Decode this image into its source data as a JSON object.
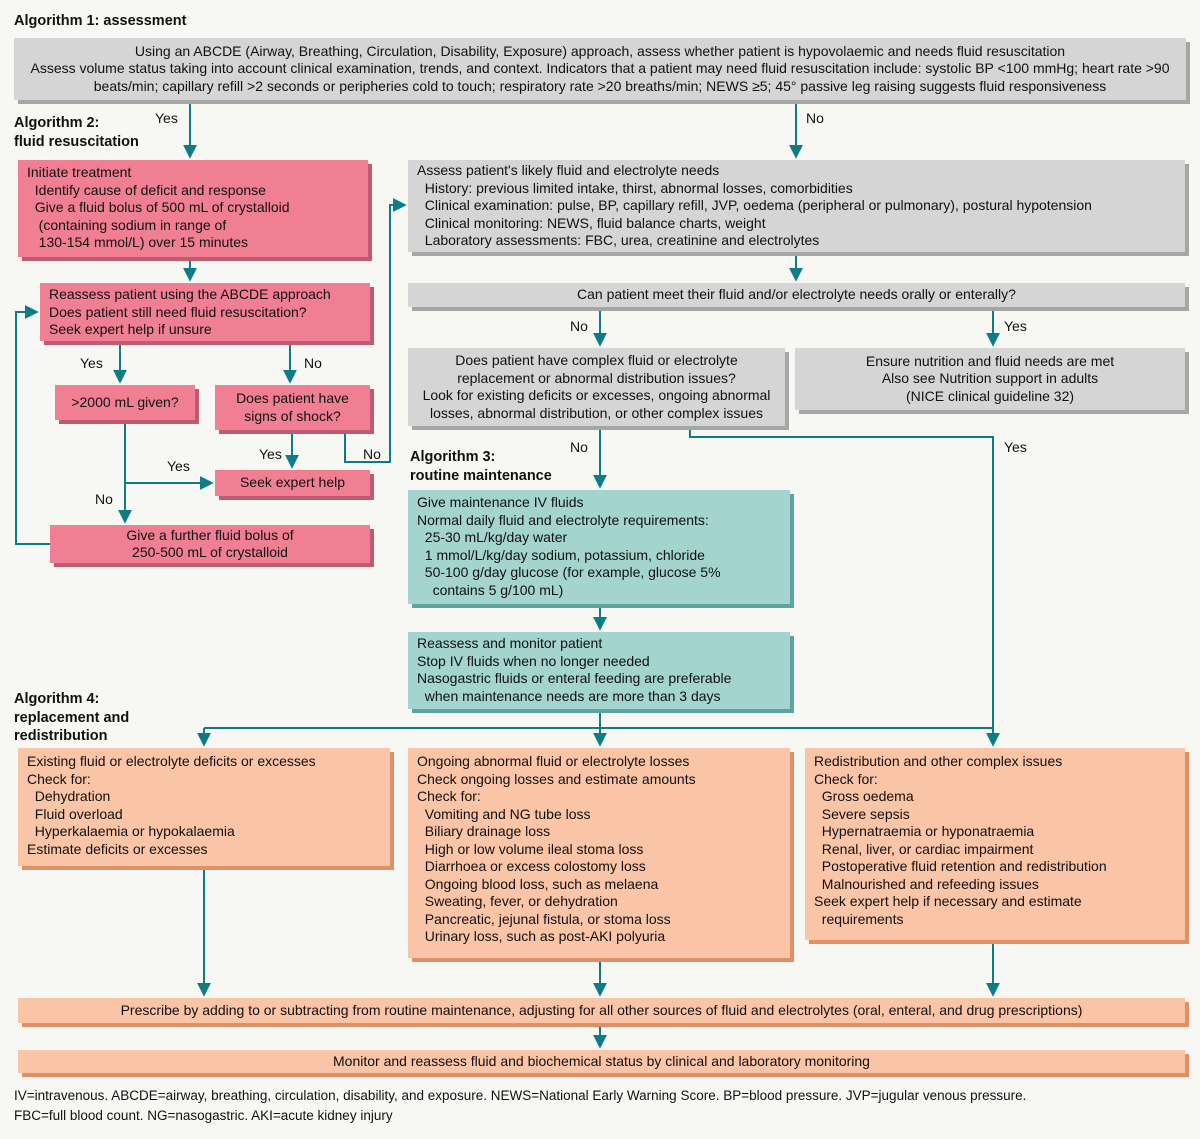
{
  "palette": {
    "line": "#0d7c84",
    "gray_fill": "#d5d5d5",
    "gray_shadow": "#a6a6a6",
    "pink_fill": "#f17f93",
    "pink_shadow": "#bd5c70",
    "teal_fill": "#a3d5ce",
    "teal_shadow": "#5fa49c",
    "orange_fill": "#fac4a6",
    "orange_shadow": "#e09068",
    "background": "#f7f7f4"
  },
  "labels": {
    "yes": "Yes",
    "no": "No"
  },
  "headings": {
    "algo1": "Algorithm 1: assessment",
    "algo2": "Algorithm 2:\nfluid resuscitation",
    "algo3": "Algorithm 3:\nroutine maintenance",
    "algo4": "Algorithm 4:\nreplacement and\nredistribution"
  },
  "boxes": {
    "assess": "Using an ABCDE (Airway, Breathing, Circulation, Disability, Exposure) approach, assess whether patient is hypovolaemic and needs fluid resuscitation\nAssess volume status taking into account clinical examination, trends, and context. Indicators that a patient may need fluid resuscitation include: systolic BP <100 mmHg; heart rate >90 beats/min; capillary refill >2 seconds or peripheries cold to touch; respiratory rate >20 breaths/min; NEWS ≥5; 45° passive leg raising suggests fluid responsiveness",
    "initiate": "Initiate treatment\n  Identify cause of deficit and response\n  Give a fluid bolus of 500 mL of crystalloid\n   (containing sodium in range of\n   130-154 mmol/L) over 15 minutes",
    "reassess": "Reassess patient using the ABCDE approach\nDoes patient still need fluid resuscitation?\nSeek expert help if unsure",
    "given2000": ">2000 mL given?",
    "shock": "Does patient have\nsigns of shock?",
    "seekhelp": "Seek expert help",
    "furtherbolus": "Give a further fluid bolus of\n250-500 mL of crystalloid",
    "needs": "Assess patient's likely fluid and electrolyte needs\n  History: previous limited intake, thirst, abnormal losses, comorbidities\n  Clinical examination: pulse, BP, capillary refill, JVP, oedema (peripheral or pulmonary), postural hypotension\n  Clinical monitoring: NEWS, fluid balance charts, weight\n  Laboratory assessments: FBC, urea, creatinine and electrolytes",
    "oral": "Can patient meet their fluid and/or electrolyte needs orally or enterally?",
    "complex": "Does patient have complex fluid or electrolyte\nreplacement or abnormal distribution issues?\nLook for existing deficits or excesses, ongoing abnormal\nlosses, abnormal distribution, or other complex issues",
    "nutrition": "Ensure nutrition and fluid needs are met\nAlso see Nutrition support in adults\n(NICE clinical guideline 32)",
    "maintenance": "Give maintenance IV fluids\nNormal daily fluid and electrolyte requirements:\n  25-30 mL/kg/day water\n  1 mmol/L/kg/day sodium, potassium, chloride\n  50-100 g/day glucose (for example, glucose 5%\n    contains 5 g/100 mL)",
    "monitor": "Reassess and monitor patient\nStop IV fluids when no longer needed\nNasogastric fluids or enteral feeding are preferable\n  when maintenance needs are more than 3 days",
    "existing": "Existing fluid or electrolyte deficits or excesses\nCheck for:\n  Dehydration\n  Fluid overload\n  Hyperkalaemia or hypokalaemia\nEstimate deficits or excesses",
    "ongoing": "Ongoing abnormal fluid or electrolyte losses\nCheck ongoing losses and estimate amounts\nCheck for:\n  Vomiting and NG tube loss\n  Biliary drainage loss\n  High or low volume ileal stoma loss\n  Diarrhoea or excess colostomy loss\n  Ongoing blood loss, such as melaena\n  Sweating, fever, or dehydration\n  Pancreatic, jejunal fistula, or stoma loss\n  Urinary loss, such as post-AKI polyuria",
    "redistribution": "Redistribution and other complex issues\nCheck for:\n  Gross oedema\n  Severe sepsis\n  Hypernatraemia or hyponatraemia\n  Renal, liver, or cardiac impairment\n  Postoperative fluid retention and redistribution\n  Malnourished and refeeding issues\nSeek expert help if necessary and estimate\n  requirements",
    "prescribe": "Prescribe by adding to or subtracting from routine maintenance, adjusting for all other sources of fluid and electrolytes (oral, enteral, and drug prescriptions)",
    "monitor_reassess": "Monitor and reassess fluid and biochemical status by clinical and laboratory monitoring"
  },
  "footnote": "IV=intravenous. ABCDE=airway, breathing, circulation, disability, and exposure. NEWS=National Early Warning Score. BP=blood pressure. JVP=jugular venous pressure.\nFBC=full blood count. NG=nasogastric. AKI=acute kidney injury"
}
